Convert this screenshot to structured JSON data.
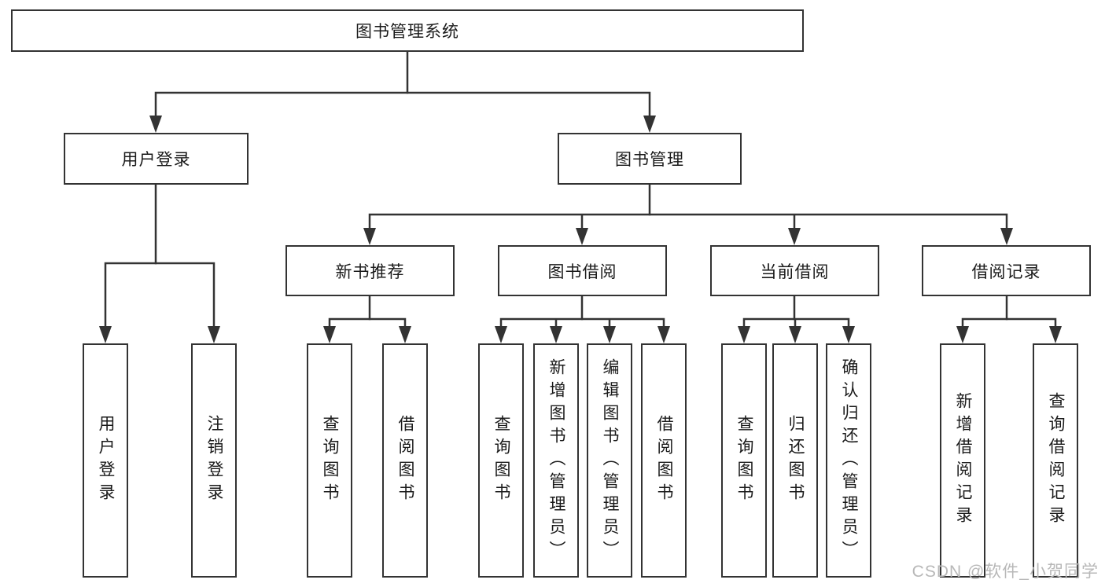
{
  "diagram": {
    "root": {
      "label": "图书管理系统"
    },
    "branches": [
      {
        "label": "用户登录",
        "leaves": [
          "用户登录",
          "注销登录"
        ]
      },
      {
        "label": "图书管理",
        "groups": [
          {
            "label": "新书推荐",
            "leaves": [
              "查询图书",
              "借阅图书"
            ]
          },
          {
            "label": "图书借阅",
            "leaves": [
              "查询图书",
              "新增图书（管理员）",
              "编辑图书（管理员）",
              "借阅图书"
            ]
          },
          {
            "label": "当前借阅",
            "leaves": [
              "查询图书",
              "归还图书",
              "确认归还（管理员）"
            ]
          },
          {
            "label": "借阅记录",
            "leaves": [
              "新增借阅记录",
              "查询借阅记录"
            ]
          }
        ]
      }
    ]
  },
  "colors": {
    "line": "#333333",
    "text": "#1a1a1a",
    "watermark": "#b8b8b8",
    "background": "#ffffff"
  },
  "watermark": {
    "text": "CSDN @软件_小贺同学"
  }
}
